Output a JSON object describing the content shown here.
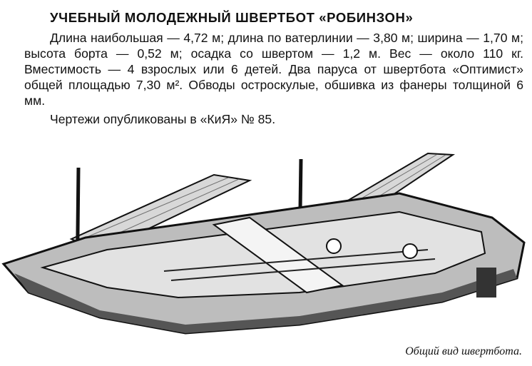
{
  "heading": "УЧЕБНЫЙ МОЛОДЕЖНЫЙ ШВЕРТБОТ «РОБИНЗОН»",
  "specs_paragraph": "Длина наибольшая — 4,72 м; длина по ватерлинии — 3,80 м; ширина — 1,70 м; высота борта — 0,52 м; осадка со швертом — 1,2 м. Вес — около 110 кг. Вместимость — 4 взрослых или 6 детей. Два паруса от швертбота «Оптимист» общей площадью 7,30 м². Обводы остроскулые, обшивка из фанеры толщиной 6 мм.",
  "reference_line": "Чертежи опубликованы в «КиЯ» № 85.",
  "figure_caption": "Общий вид швертбота."
}
